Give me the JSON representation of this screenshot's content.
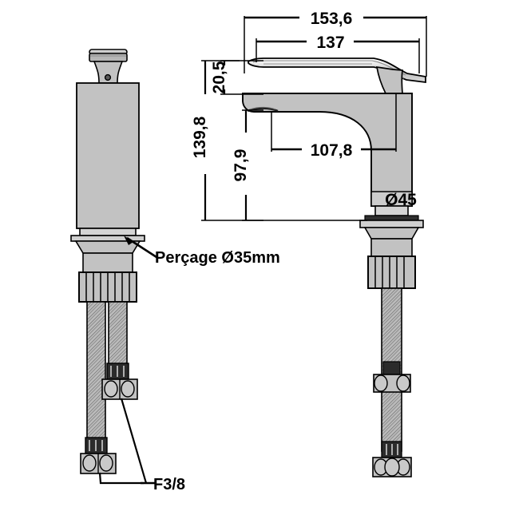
{
  "drawing": {
    "title": "Basin mixer tap technical dimension drawing",
    "units": "mm",
    "background_color": "#ffffff",
    "line_color": "#000000",
    "body_fill": "#c2c2c2",
    "body_fill_light": "#d4d4d4",
    "body_fill_dark": "#a8a8a8",
    "hose_fill": "#b5b5b5",
    "dimensions": {
      "overall_width": "153,6",
      "handle_width": "137",
      "handle_height": "20,5",
      "overall_height": "139,8",
      "spout_height": "97,9",
      "spout_reach": "107,8",
      "base_diameter": "Ø45"
    },
    "annotations": {
      "drilling_note": "Perçage Ø35mm",
      "connection_note": "F3/8"
    },
    "views": {
      "left_view_name": "side-elevation-view",
      "right_view_name": "front-elevation-view"
    }
  }
}
